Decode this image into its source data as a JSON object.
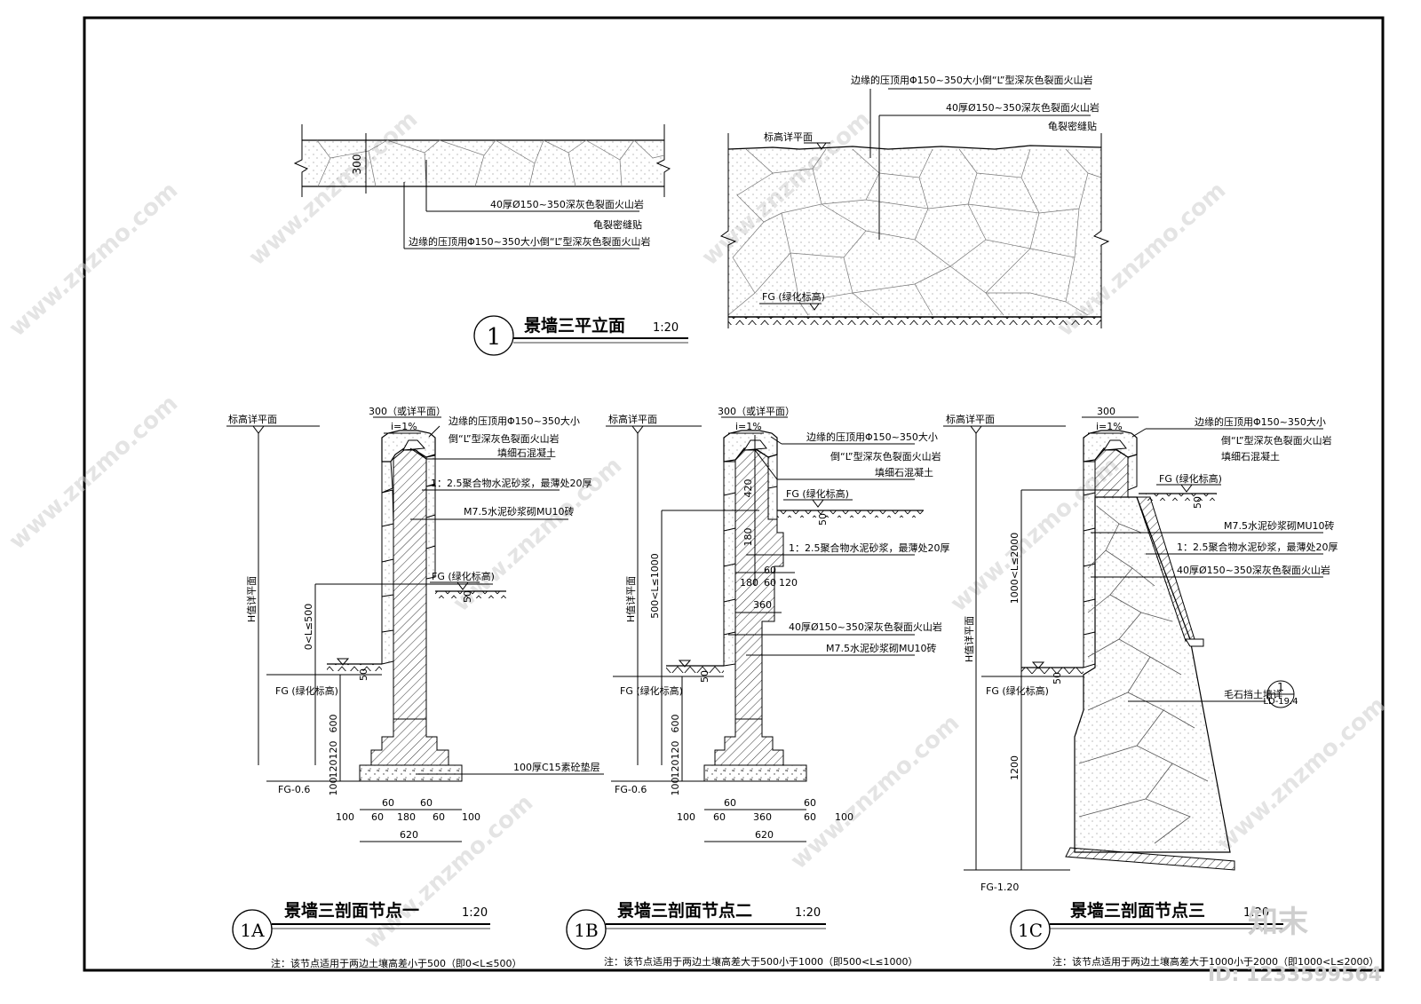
{
  "watermark": {
    "site": "www.znzmo.com",
    "brand": "知末",
    "id": "ID: 1233599564"
  },
  "elevation": {
    "marker": "1",
    "title": "景墙三平立面",
    "scale": "1:20",
    "plan": {
      "dim_300": "300",
      "note1": "40厚Ø150~350深灰色裂面火山岩",
      "note2": "龟裂密缝贴",
      "note3": "边缘的压顶用Φ150~350大小倒“L”型深灰色裂面火山岩"
    },
    "elev": {
      "top_label": "标高详平面",
      "note1": "边缘的压顶用Φ150~350大小倒“L”型深灰色裂面火山岩",
      "note2": "40厚Ø150~350深灰色裂面火山岩",
      "note3": "龟裂密缝贴",
      "fg": "FG (绿化标高)"
    }
  },
  "section_a": {
    "marker": "1A",
    "title": "景墙三剖面节点一",
    "scale": "1:20",
    "note": "注：该节点适用于两边土壤高差小于500（即0<L≤500）",
    "top_dim": "300（或详平面）",
    "slope": "i=1%",
    "top_label": "标高详平面",
    "h_label": "H值详平面",
    "l_label": "0<L≤500",
    "fg_upper": "FG (绿化标高)",
    "fg_lower": "FG (绿化标高)",
    "fg_bottom": "FG-0.6",
    "dim_600": "600",
    "dim_120a": "120",
    "dim_120b": "120",
    "dim_100": "100",
    "dim_50": "50",
    "callouts": [
      "边缘的压顶用Φ150~350大小",
      "倒“L”型深灰色裂面火山岩",
      "填细石混凝土",
      "1：2.5聚合物水泥砂浆，最薄处20厚",
      "M7.5水泥砂浆砌MU10砖",
      "100厚C15素砼垫层"
    ],
    "bottom_dims_top": [
      "60",
      "60"
    ],
    "bottom_dims": [
      "100",
      "60",
      "180",
      "60",
      "100"
    ],
    "total": "620"
  },
  "section_b": {
    "marker": "1B",
    "title": "景墙三剖面节点二",
    "scale": "1:20",
    "note": "注：该节点适用于两边土壤高差大于500小于1000（即500<L≤1000）",
    "top_dim": "300（或详平面）",
    "slope": "i=1%",
    "top_label": "标高详平面",
    "h_label": "H值详平面",
    "l_label": "500<L≤1000",
    "fg_upper": "FG (绿化标高)",
    "fg_lower": "FG (绿化标高)",
    "fg_bottom": "FG-0.6",
    "dim_420": "420",
    "dim_180v": "180",
    "dim_600": "600",
    "dim_120a": "120",
    "dim_120b": "120",
    "dim_100": "100",
    "dim_50a": "50",
    "dim_50b": "50",
    "mid_dims": [
      "180",
      "60",
      "120"
    ],
    "mid_60": "60",
    "mid_360": "360",
    "callouts": [
      "边缘的压顶用Φ150~350大小",
      "倒“L”型深灰色裂面火山岩",
      "填细石混凝土",
      "1：2.5聚合物水泥砂浆，最薄处20厚",
      "40厚Ø150~350深灰色裂面火山岩",
      "M7.5水泥砂浆砌MU10砖"
    ],
    "bottom_dims_top": [
      "60",
      "60"
    ],
    "bottom_dims": [
      "100",
      "60",
      "360",
      "60",
      "100"
    ],
    "total": "620"
  },
  "section_c": {
    "marker": "1C",
    "title": "景墙三剖面节点三",
    "scale": "1:20",
    "note": "注：该节点适用于两边土壤高差大于1000小于2000（即1000<L≤2000）",
    "top_dim": "300",
    "slope": "i=1%",
    "top_label": "标高详平面",
    "h_label": "H值详平面",
    "l_label": "1000<L≤2000",
    "fg_upper": "FG (绿化标高)",
    "fg_lower": "FG (绿化标高)",
    "fg_bottom": "FG-1.20",
    "dim_1200": "1200",
    "dim_50a": "50",
    "dim_50b": "50",
    "callouts": [
      "边缘的压顶用Φ150~350大小",
      "倒“L”型深灰色裂面火山岩",
      "填细石混凝土",
      "M7.5水泥砂浆砌MU10砖",
      "1：2.5聚合物水泥砂浆，最薄处20厚",
      "40厚Ø150~350深灰色裂面火山岩",
      "毛石挡土墙详"
    ],
    "ref_num": "1",
    "ref_sheet": "LD-19.4"
  }
}
